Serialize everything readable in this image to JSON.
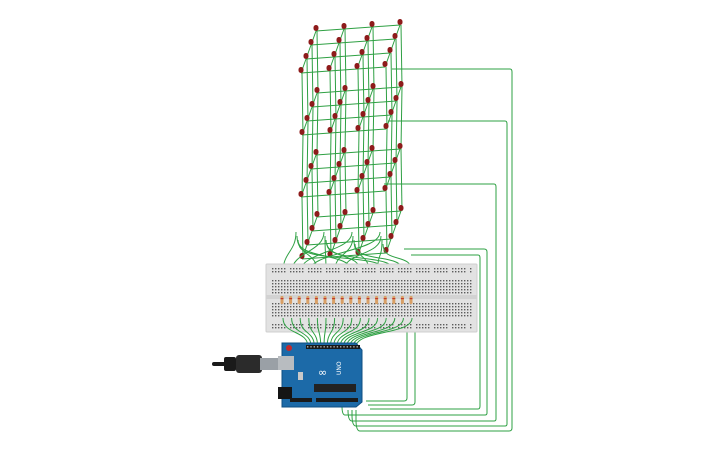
{
  "window": {
    "background": "#ffffff"
  },
  "colors": {
    "wire": "#2ea043",
    "led": "#8e1b1b",
    "breadboard": "#e2e2e2",
    "resistor": "#d9a066",
    "arduino": "#1c6aa8"
  },
  "arduino": {
    "brand_text": "∞",
    "model_text": "UNO",
    "icons": [
      "usb-cable-icon",
      "power-jack-icon",
      "reset-button-icon"
    ]
  },
  "components": {
    "led_count_visible": 64,
    "resistor_count_visible": 16
  }
}
